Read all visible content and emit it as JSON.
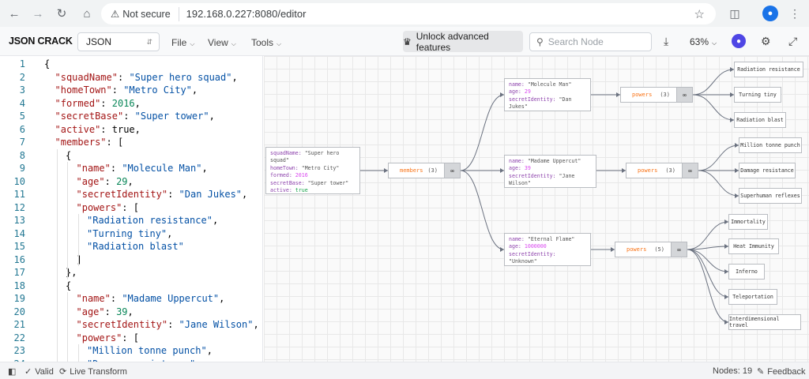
{
  "browser": {
    "security_label": "Not secure",
    "url": "192.168.0.227:8080/editor"
  },
  "toolbar": {
    "logo": "JSON CRACK",
    "format": "JSON",
    "menu_file": "File",
    "menu_view": "View",
    "menu_tools": "Tools",
    "unlock_label": "Unlock advanced features",
    "search_placeholder": "Search Node",
    "zoom": "63%"
  },
  "editor": {
    "lines": [
      [
        [
          "p",
          "{"
        ]
      ],
      [
        [
          "k",
          "\"squadName\""
        ],
        [
          "p",
          ": "
        ],
        [
          "s",
          "\"Super hero squad\""
        ],
        [
          "p",
          ","
        ]
      ],
      [
        [
          "k",
          "\"homeTown\""
        ],
        [
          "p",
          ": "
        ],
        [
          "s",
          "\"Metro City\""
        ],
        [
          "p",
          ","
        ]
      ],
      [
        [
          "k",
          "\"formed\""
        ],
        [
          "p",
          ": "
        ],
        [
          "n",
          "2016"
        ],
        [
          "p",
          ","
        ]
      ],
      [
        [
          "k",
          "\"secretBase\""
        ],
        [
          "p",
          ": "
        ],
        [
          "s",
          "\"Super tower\""
        ],
        [
          "p",
          ","
        ]
      ],
      [
        [
          "k",
          "\"active\""
        ],
        [
          "p",
          ": "
        ],
        [
          "p",
          "true"
        ],
        [
          "p",
          ","
        ]
      ],
      [
        [
          "k",
          "\"members\""
        ],
        [
          "p",
          ": ["
        ]
      ],
      [
        [
          "p",
          "{"
        ]
      ],
      [
        [
          "k",
          "\"name\""
        ],
        [
          "p",
          ": "
        ],
        [
          "s",
          "\"Molecule Man\""
        ],
        [
          "p",
          ","
        ]
      ],
      [
        [
          "k",
          "\"age\""
        ],
        [
          "p",
          ": "
        ],
        [
          "n",
          "29"
        ],
        [
          "p",
          ","
        ]
      ],
      [
        [
          "k",
          "\"secretIdentity\""
        ],
        [
          "p",
          ": "
        ],
        [
          "s",
          "\"Dan Jukes\""
        ],
        [
          "p",
          ","
        ]
      ],
      [
        [
          "k",
          "\"powers\""
        ],
        [
          "p",
          ": ["
        ]
      ],
      [
        [
          "s",
          "\"Radiation resistance\""
        ],
        [
          "p",
          ","
        ]
      ],
      [
        [
          "s",
          "\"Turning tiny\""
        ],
        [
          "p",
          ","
        ]
      ],
      [
        [
          "s",
          "\"Radiation blast\""
        ]
      ],
      [
        [
          "p",
          "]"
        ]
      ],
      [
        [
          "p",
          "},"
        ]
      ],
      [
        [
          "p",
          "{"
        ]
      ],
      [
        [
          "k",
          "\"name\""
        ],
        [
          "p",
          ": "
        ],
        [
          "s",
          "\"Madame Uppercut\""
        ],
        [
          "p",
          ","
        ]
      ],
      [
        [
          "k",
          "\"age\""
        ],
        [
          "p",
          ": "
        ],
        [
          "n",
          "39"
        ],
        [
          "p",
          ","
        ]
      ],
      [
        [
          "k",
          "\"secretIdentity\""
        ],
        [
          "p",
          ": "
        ],
        [
          "s",
          "\"Jane Wilson\""
        ],
        [
          "p",
          ","
        ]
      ],
      [
        [
          "k",
          "\"powers\""
        ],
        [
          "p",
          ": ["
        ]
      ],
      [
        [
          "s",
          "\"Million tonne punch\""
        ],
        [
          "p",
          ","
        ]
      ],
      [
        [
          "s",
          "\"Damage resistance\""
        ],
        [
          "p",
          ","
        ]
      ]
    ],
    "indents": [
      0,
      1,
      1,
      1,
      1,
      1,
      1,
      2,
      3,
      3,
      3,
      3,
      4,
      4,
      4,
      3,
      2,
      2,
      3,
      3,
      3,
      3,
      4,
      4
    ]
  },
  "graph": {
    "root": [
      [
        "squadName",
        "\"Super hero squad\"",
        "str"
      ],
      [
        "homeTown",
        "\"Metro City\"",
        "str"
      ],
      [
        "formed",
        "2016",
        "num"
      ],
      [
        "secretBase",
        "\"Super tower\"",
        "str"
      ],
      [
        "active",
        "true",
        "bool"
      ]
    ],
    "members_label": "members",
    "members_count": "(3)",
    "member1": [
      [
        "name",
        "\"Molecule Man\"",
        "str"
      ],
      [
        "age",
        "29",
        "num"
      ],
      [
        "secretIdentity",
        "\"Dan Jukes\"",
        "str"
      ]
    ],
    "member2": [
      [
        "name",
        "\"Madame Uppercut\"",
        "str"
      ],
      [
        "age",
        "39",
        "num"
      ],
      [
        "secretIdentity",
        "\"Jane Wilson\"",
        "str"
      ]
    ],
    "member3": [
      [
        "name",
        "\"Eternal Flame\"",
        "str"
      ],
      [
        "age",
        "1000000",
        "num"
      ],
      [
        "secretIdentity",
        "\"Unknown\"",
        "str"
      ]
    ],
    "powers_label": "powers",
    "powers1_count": "(3)",
    "powers2_count": "(3)",
    "powers3_count": "(5)",
    "powers1": [
      "Radiation resistance",
      "Turning tiny",
      "Radiation blast"
    ],
    "powers2": [
      "Million tonne punch",
      "Damage resistance",
      "Superhuman reflexes"
    ],
    "powers3": [
      "Immortality",
      "Heat Immunity",
      "Inferno",
      "Teleportation",
      "Interdimensional travel"
    ]
  },
  "status": {
    "valid": "Valid",
    "live_transform": "Live Transform",
    "nodes": "Nodes: 19",
    "feedback": "Feedback"
  }
}
